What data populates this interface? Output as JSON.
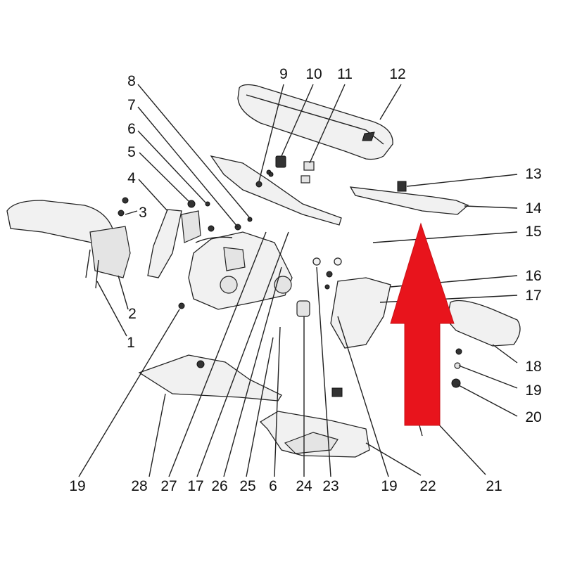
{
  "diagram": {
    "callouts": [
      {
        "id": "c1",
        "label": "1"
      },
      {
        "id": "c2",
        "label": "2"
      },
      {
        "id": "c3",
        "label": "3"
      },
      {
        "id": "c4",
        "label": "4"
      },
      {
        "id": "c5",
        "label": "5"
      },
      {
        "id": "c6a",
        "label": "6"
      },
      {
        "id": "c7",
        "label": "7"
      },
      {
        "id": "c8",
        "label": "8"
      },
      {
        "id": "c9",
        "label": "9"
      },
      {
        "id": "c10",
        "label": "10"
      },
      {
        "id": "c11",
        "label": "11"
      },
      {
        "id": "c12",
        "label": "12"
      },
      {
        "id": "c13",
        "label": "13"
      },
      {
        "id": "c14",
        "label": "14"
      },
      {
        "id": "c15",
        "label": "15"
      },
      {
        "id": "c16",
        "label": "16"
      },
      {
        "id": "c17a",
        "label": "17"
      },
      {
        "id": "c18",
        "label": "18"
      },
      {
        "id": "c19a",
        "label": "19"
      },
      {
        "id": "c20",
        "label": "20"
      },
      {
        "id": "c21",
        "label": "21"
      },
      {
        "id": "c22",
        "label": "22"
      },
      {
        "id": "c19b",
        "label": "19"
      },
      {
        "id": "c23",
        "label": "23"
      },
      {
        "id": "c24",
        "label": "24"
      },
      {
        "id": "c6b",
        "label": "6"
      },
      {
        "id": "c25",
        "label": "25"
      },
      {
        "id": "c26",
        "label": "26"
      },
      {
        "id": "c17b",
        "label": "17"
      },
      {
        "id": "c27",
        "label": "27"
      },
      {
        "id": "c28",
        "label": "28"
      },
      {
        "id": "c19c",
        "label": "19"
      }
    ],
    "highlight_arrow_color": "#e8141c",
    "line_color": "#222222"
  }
}
